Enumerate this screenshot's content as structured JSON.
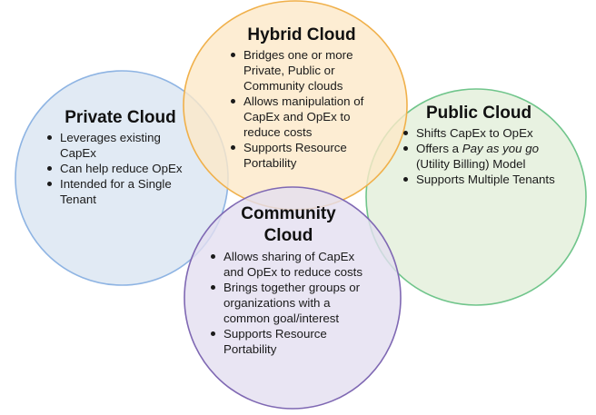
{
  "diagram": {
    "circles": [
      {
        "id": "private",
        "fill": "#dce6f2",
        "stroke": "#8eb4e3"
      },
      {
        "id": "public",
        "fill": "#e2efda",
        "stroke": "#70c58b"
      },
      {
        "id": "hybrid",
        "fill": "#fde9c8",
        "stroke": "#f0b04a"
      },
      {
        "id": "community",
        "fill": "#e4dff0",
        "stroke": "#7f68b3"
      }
    ],
    "hybrid": {
      "title": "Hybrid Cloud",
      "bullets": [
        "Bridges one or more Private, Public or Community clouds",
        "Allows manipulation of CapEx and OpEx to reduce costs",
        "Supports Resource Portability"
      ]
    },
    "private": {
      "title": "Private Cloud",
      "bullets": [
        "Leverages existing CapEx",
        "Can help reduce OpEx",
        "Intended for a Single Tenant"
      ]
    },
    "public": {
      "title": "Public Cloud",
      "bullets": [
        "Shifts CapEx to OpEx",
        {
          "before": "Offers a ",
          "italic": "Pay as you go",
          "after": " (Utility Billing) Model"
        },
        "Supports Multiple Tenants"
      ]
    },
    "community": {
      "title": "Community Cloud",
      "bullets": [
        "Allows sharing of CapEx and OpEx to reduce costs",
        "Brings together groups or organizations with a common goal/interest",
        "Supports Resource Portability"
      ]
    }
  }
}
